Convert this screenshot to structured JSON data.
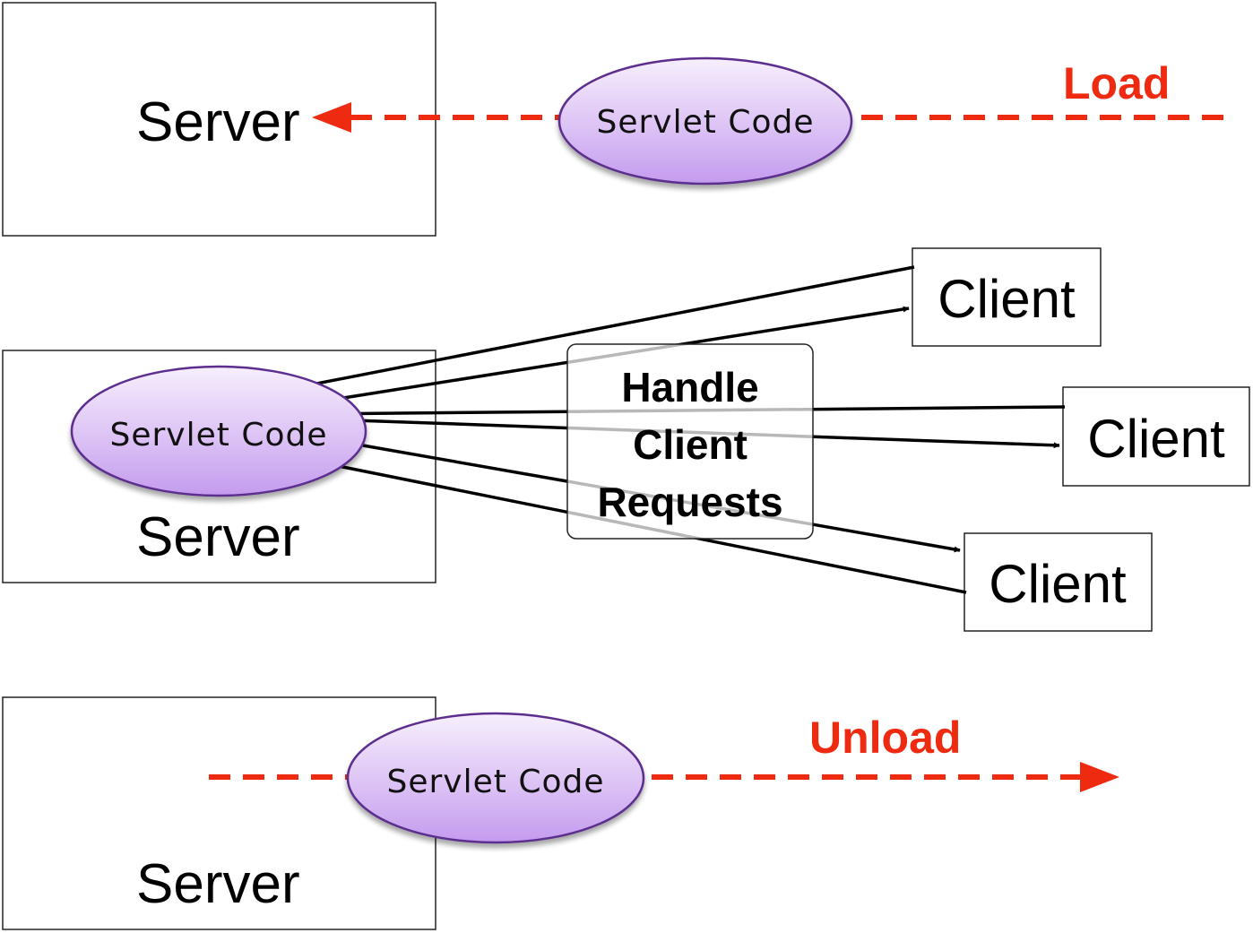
{
  "colors": {
    "accent": "#ee2a11",
    "servlet_fill_top": "#f6effc",
    "servlet_fill_bottom": "#c8a0ee",
    "servlet_stroke": "#5b2d8e",
    "line": "#000000"
  },
  "stages": {
    "load": {
      "server_label": "Server",
      "servlet_label": "Servlet Code",
      "phase_label": "Load"
    },
    "handle": {
      "server_label": "Server",
      "servlet_label": "Servlet Code",
      "handle_lines": [
        "Handle",
        "Client",
        "Requests"
      ],
      "clients": [
        "Client",
        "Client",
        "Client"
      ]
    },
    "unload": {
      "server_label": "Server",
      "servlet_label": "Servlet Code",
      "phase_label": "Unload"
    }
  }
}
